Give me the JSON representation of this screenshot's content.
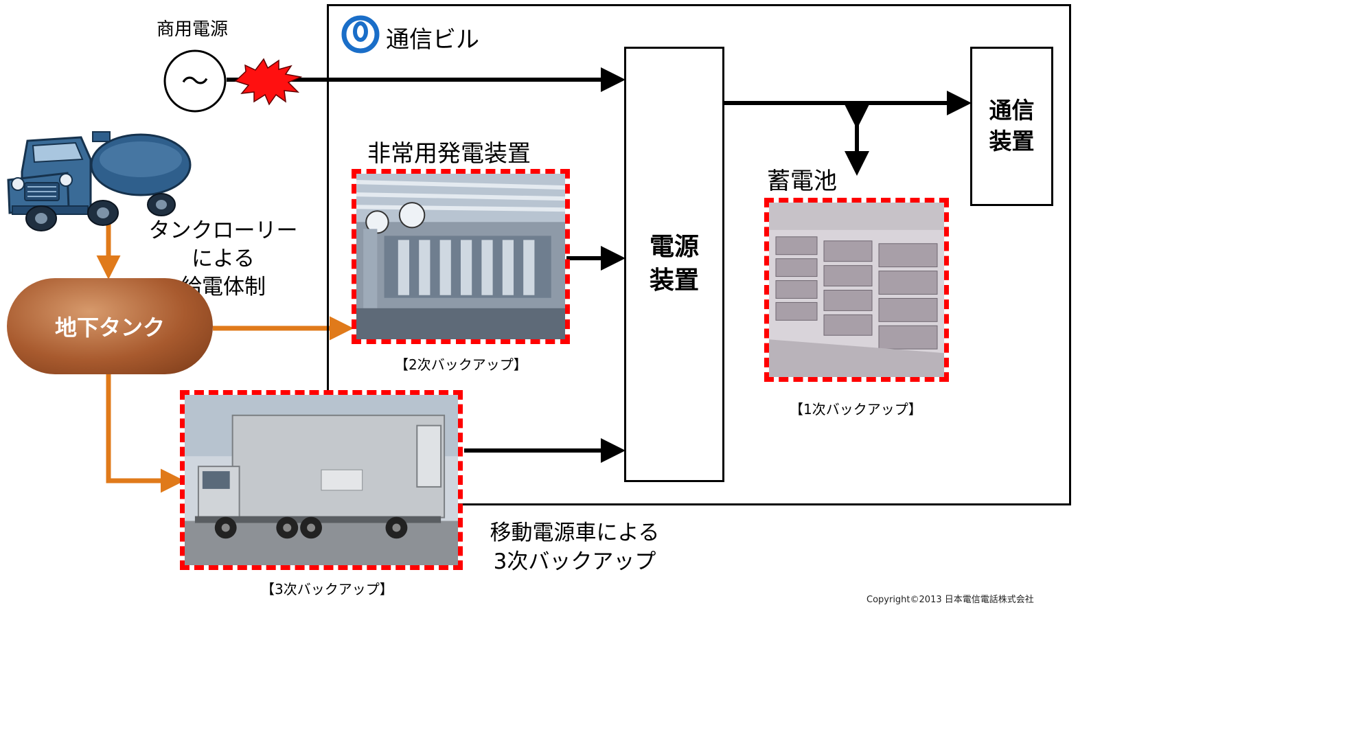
{
  "building": {
    "label": "通信ビル"
  },
  "commercial_power": {
    "label": "商用電源",
    "symbol": "〜"
  },
  "power_unit": {
    "label_line1": "電源",
    "label_line2": "装置"
  },
  "comm_unit": {
    "label_line1": "通信",
    "label_line2": "装置"
  },
  "tanker": {
    "label_line1": "タンクローリー",
    "label_line2": "による",
    "label_line3": "給電体制"
  },
  "underground_tank": {
    "label": "地下タンク"
  },
  "generator": {
    "label": "非常用発電装置",
    "caption": "【2次バックアップ】"
  },
  "battery": {
    "label": "蓄電池",
    "caption": "【1次バックアップ】"
  },
  "power_vehicle": {
    "caption": "【3次バックアップ】",
    "label_line1": "移動電源車による",
    "label_line2": "3次バックアップ"
  },
  "copyright": "Copyright©2013 日本電信電話株式会社",
  "colors": {
    "outage": "#ff0000",
    "fuel_line": "#e07a1a",
    "backup_border": "#ff0000",
    "tank": "#a85a2e",
    "logo": "#1a6ec8"
  }
}
